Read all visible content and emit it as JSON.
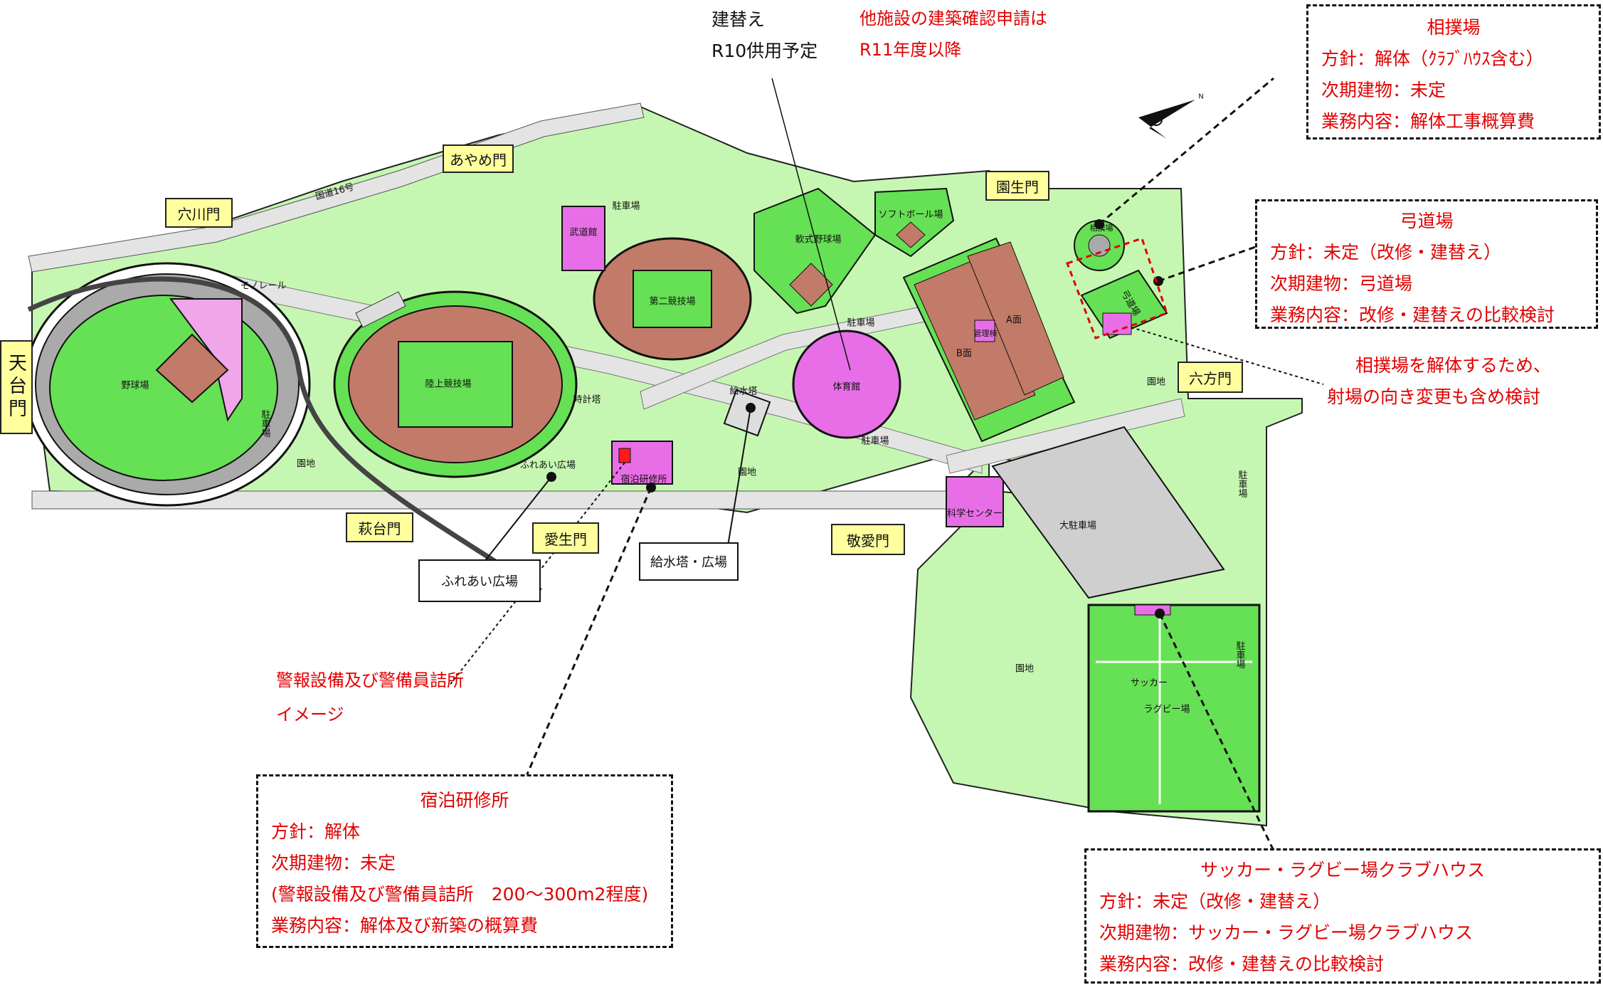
{
  "top_notes": {
    "rebuild_line1": "建替え",
    "rebuild_line2": "R10供用予定",
    "other_line1": "他施設の建築確認申請は",
    "other_line2": "R11年度以降"
  },
  "sumo_box": {
    "title": "相撲場",
    "policy": "方針：解体（ｸﾗﾌﾞﾊｳｽ含む）",
    "next": "次期建物：未定",
    "work": "業務内容：解体工事概算費"
  },
  "kyudo_box": {
    "title": "弓道場",
    "policy": "方針：未定（改修・建替え）",
    "next": "次期建物：弓道場",
    "work": "業務内容：改修・建替えの比較検討"
  },
  "range_note": {
    "line1": "相撲場を解体するため、",
    "line2": "射場の向き変更も含め検討"
  },
  "lodging_box": {
    "title": "宿泊研修所",
    "policy": "方針：解体",
    "next": "次期建物：未定",
    "detail": "(警報設備及び警備員詰所　200～300m2程度)",
    "work": "業務内容：解体及び新築の概算費"
  },
  "soccer_box": {
    "title": "サッカー・ラグビー場クラブハウス",
    "policy": "方針：未定（改修・建替え）",
    "next": "次期建物：サッカー・ラグビー場クラブハウス",
    "work": "業務内容：改修・建替えの比較検討"
  },
  "alarm_note": {
    "line1": "警報設備及び警備員詰所",
    "line2": "イメージ"
  },
  "callouts": {
    "fureai": "ふれあい広場",
    "water": "給水塔・広場"
  },
  "gates": {
    "ayame": "あやめ門",
    "anagawa": "穴川門",
    "sonou": "園生門",
    "tendai": "天台門",
    "hagidai": "萩台門",
    "aio": "愛生門",
    "keiai": "敬愛門",
    "roppou": "六方門"
  },
  "labels": {
    "route16": "国道16号",
    "monorail": "モノレール",
    "baseball": "野球場",
    "parking_vert": "駐車場",
    "garden": "園地",
    "athletics": "陸上競技場",
    "clock": "時計塔",
    "budokan": "武道館",
    "parking": "駐車場",
    "second_field": "第二競技場",
    "soft_baseball": "軟式野球場",
    "softball": "ソフトボール場",
    "gym": "体育館",
    "water_tower": "給水塔",
    "fureai_plaza": "ふれあい広場",
    "lodging": "宿泊研修所",
    "science": "科学センター",
    "tennis_b": "B面",
    "tennis_a": "A面",
    "tennis_house": "管理棟",
    "sumo_mini": "相撲場",
    "kyudo_mini": "弓道場",
    "big_parking": "大駐車場",
    "soccer": "サッカー",
    "rugby": "ラグビー場",
    "north": "N"
  },
  "colors": {
    "green": "#66e054",
    "lightgreen": "#c6f7b2",
    "road": "#e4e4e4",
    "brick": "#c27b68",
    "pink": "#e86ee8",
    "gray": "#cfcfcf",
    "annotation_red": "#e00000",
    "gate_yellow": "#ffff9e"
  }
}
